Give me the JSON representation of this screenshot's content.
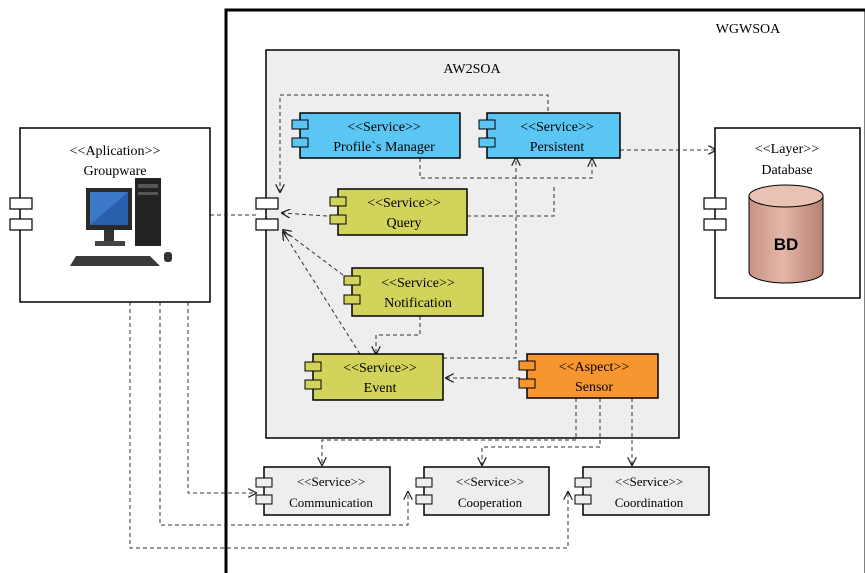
{
  "outer_container": {
    "title": "WGWSOA"
  },
  "inner_container": {
    "title": "AW2SOA"
  },
  "application": {
    "stereotype": "<<Aplication>>",
    "name": "Groupware"
  },
  "database": {
    "stereotype": "<<Layer>>",
    "name": "Database",
    "cylinder_label": "BD"
  },
  "services": {
    "profiles_manager": {
      "stereotype": "<<Service>>",
      "name": "Profile`s Manager"
    },
    "persistent": {
      "stereotype": "<<Service>>",
      "name": "Persistent"
    },
    "query": {
      "stereotype": "<<Service>>",
      "name": "Query"
    },
    "notification": {
      "stereotype": "<<Service>>",
      "name": "Notification"
    },
    "event": {
      "stereotype": "<<Service>>",
      "name": "Event"
    },
    "sensor": {
      "stereotype": "<<Aspect>>",
      "name": "Sensor"
    },
    "communication": {
      "stereotype": "<<Service>>",
      "name": "Communication"
    },
    "cooperation": {
      "stereotype": "<<Service>>",
      "name": "Cooperation"
    },
    "coordination": {
      "stereotype": "<<Service>>",
      "name": "Coordination"
    }
  },
  "colors": {
    "blue_service": "#5bc6f3",
    "olive_service": "#d2d35a",
    "orange_aspect": "#f7962f",
    "gray_service": "#eeeeee",
    "container_gray": "#eeeeee",
    "db_cylinder": "#d8a596"
  }
}
